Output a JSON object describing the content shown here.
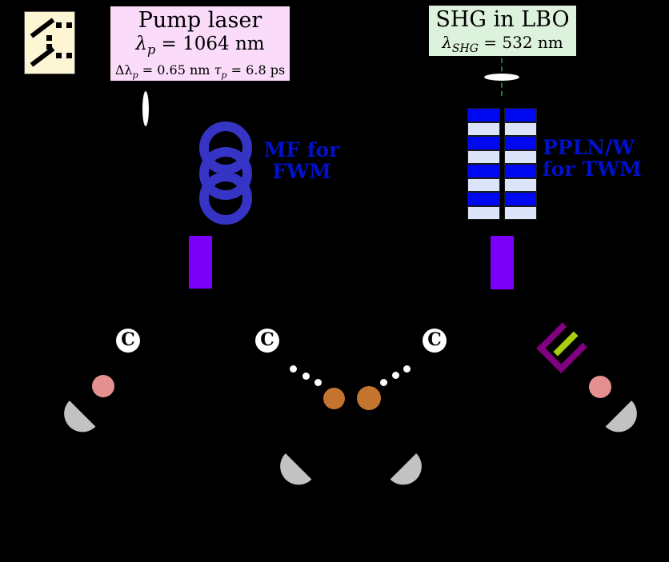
{
  "pump_laser_box": {
    "title": "Pump laser",
    "lambda_symbol": "λ",
    "lambda_sub": "p",
    "lambda_value": " = 1064 nm",
    "dlambda_symbol": "Δλ",
    "dlambda_sub": "p",
    "dlambda_value": " = 0.65 nm ",
    "tau_symbol": "τ",
    "tau_sub": "p",
    "tau_value": " = 6.8 ps",
    "bg_color": "#fadcfa"
  },
  "shg_box": {
    "title": "SHG in LBO",
    "lambda_symbol": "λ",
    "lambda_sub": "SHG",
    "lambda_value": " = 532 nm",
    "bg_color": "#ddf2dd"
  },
  "labels": {
    "mf_line1": "MF for",
    "mf_line2": "FWM",
    "ppln_line1": "PPLN/W",
    "ppln_line2": "for TWM",
    "text_color": "#0011cc"
  },
  "symbols": {
    "circulator_label": "C"
  },
  "colors": {
    "background": "#000000",
    "fiber_coil_blue": "#3534c4",
    "ppln_stripe_blue": "#0008f0",
    "ppln_stripe_light": "#dbe4f8",
    "filter_violet": "#7c00f8",
    "grating_purple": "#800080",
    "grating_green": "#aacc11",
    "photon_pink": "#e59090",
    "photon_orange": "#c4742f",
    "mirror_gray": "#c2c2c2",
    "dashed_beam_green": "#1d7d2e",
    "legend_cream": "#fcf6d4"
  }
}
